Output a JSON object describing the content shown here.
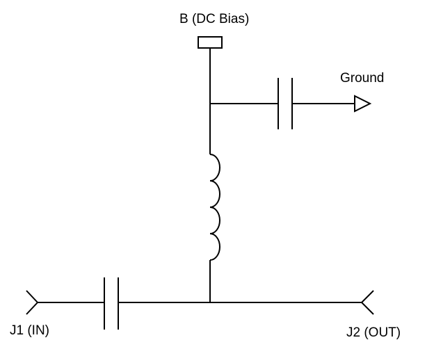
{
  "diagram": {
    "labels": {
      "bias": "B (DC Bias)",
      "ground": "Ground",
      "input": "J1 (IN)",
      "output": "J2 (OUT)"
    },
    "colors": {
      "stroke": "#000000",
      "background": "#ffffff"
    },
    "components": [
      {
        "name": "bias-terminal",
        "type": "terminal"
      },
      {
        "name": "coupling-capacitor-ground",
        "type": "capacitor"
      },
      {
        "name": "ground-arrow",
        "type": "ground"
      },
      {
        "name": "inductor",
        "type": "inductor"
      },
      {
        "name": "coupling-capacitor-input",
        "type": "capacitor"
      },
      {
        "name": "input-connector",
        "type": "connector"
      },
      {
        "name": "output-connector",
        "type": "connector"
      }
    ]
  }
}
